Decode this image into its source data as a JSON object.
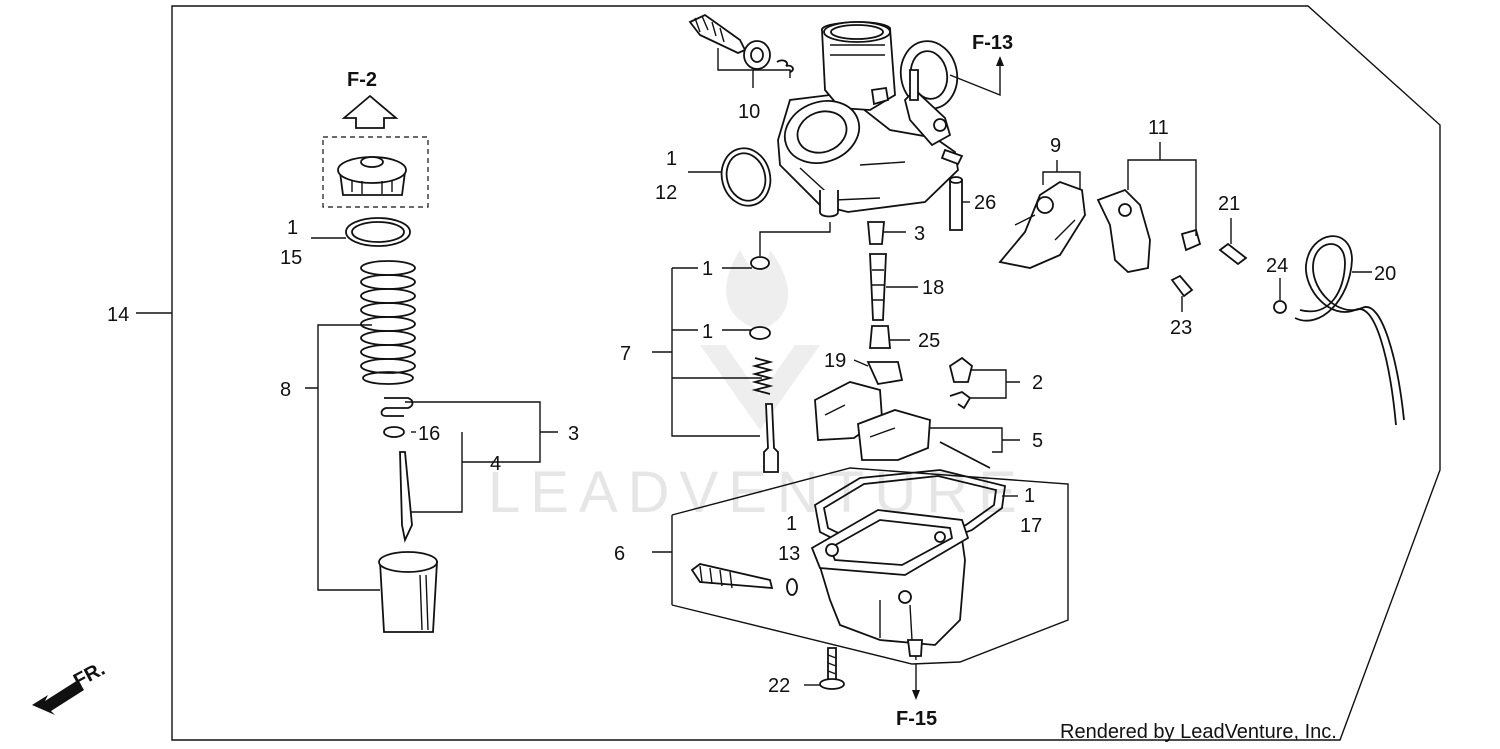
{
  "diagram": {
    "part_numbers": {
      "n1a": "1",
      "n12": "12",
      "n10": "10",
      "n1b": "1",
      "n15": "15",
      "n14": "14",
      "n8": "8",
      "n16": "16",
      "n3a": "3",
      "n4": "4",
      "n3b": "3",
      "n26": "26",
      "n1c": "1",
      "n7": "7",
      "n1d": "1",
      "n18": "18",
      "n25": "25",
      "n19": "19",
      "n2": "2",
      "n5": "5",
      "n9": "9",
      "n11": "11",
      "n21": "21",
      "n23": "23",
      "n24": "24",
      "n20": "20",
      "n1e": "1",
      "n17": "17",
      "n1f": "1",
      "n13": "13",
      "n6": "6",
      "n22": "22"
    },
    "refs": {
      "f2": "F-2",
      "f13": "F-13",
      "f15": "F-15",
      "front": "FR."
    },
    "watermark": "LEADVENTURE",
    "credit": "Rendered by LeadVenture, Inc."
  }
}
